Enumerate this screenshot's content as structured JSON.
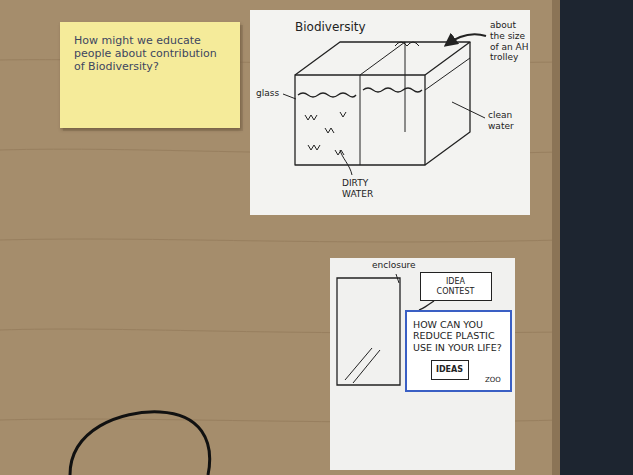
{
  "diagram": {
    "nodes": [
      {
        "text": [
          "How might we educate people about contribution of Biodiversity?"
        ]
      },
      {
        "text": [
          "Biodiversity",
          "about the size of an AH trolley",
          "glass",
          "clean water",
          "DIRTY WATER"
        ]
      },
      {
        "text": [
          "enclosure"
        ]
      },
      {
        "text": [
          "IDEA CONTEST"
        ],
        "in": 2
      },
      {
        "text": [
          "HOW CAN YOU REDUCE PLASTIC USE IN YOUR LIFE?",
          "ZOO"
        ],
        "in": 2
      },
      {
        "text": [
          "IDEAS"
        ],
        "in": 4
      }
    ],
    "edges": [
      {
        "from": 3,
        "to": 4,
        "arrow": "none"
      }
    ]
  }
}
